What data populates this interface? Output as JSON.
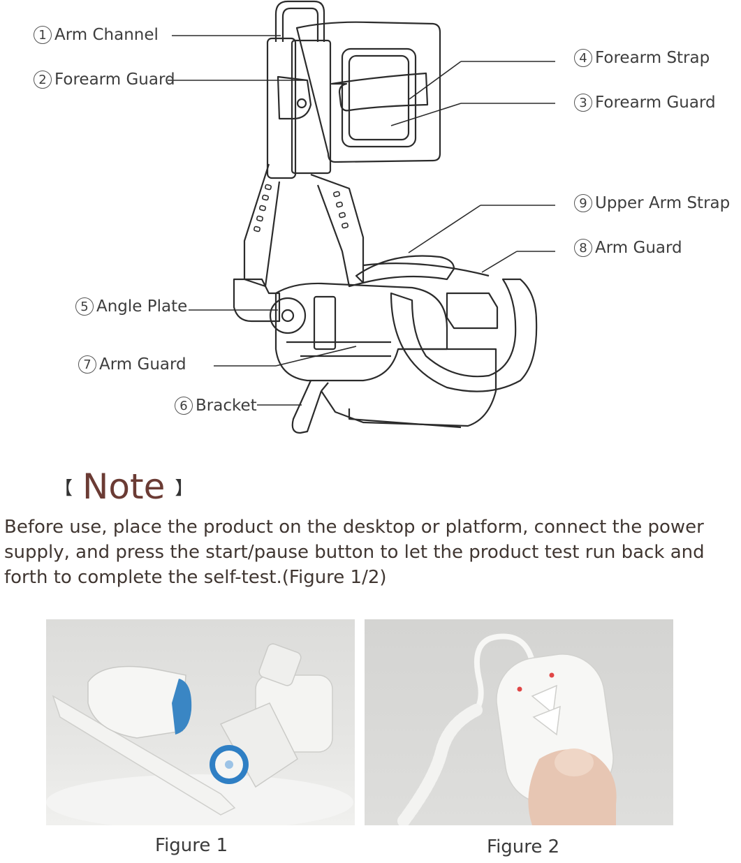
{
  "callouts": [
    {
      "num": "1",
      "label": "Arm Channel"
    },
    {
      "num": "2",
      "label": "Forearm Guard"
    },
    {
      "num": "4",
      "label": "Forearm Strap"
    },
    {
      "num": "3",
      "label": "Forearm Guard"
    },
    {
      "num": "9",
      "label": "Upper Arm Strap"
    },
    {
      "num": "8",
      "label": "Arm Guard"
    },
    {
      "num": "5",
      "label": "Angle Plate"
    },
    {
      "num": "7",
      "label": "Arm Guard"
    },
    {
      "num": "6",
      "label": "Bracket"
    }
  ],
  "note": {
    "bracket_left": "【",
    "title": "Note",
    "bracket_right": "】",
    "body": "Before use, place the product on the desktop or platform, connect the power supply, and press the start/pause button to let the product test run back and forth to complete the self-test.(Figure 1/2)"
  },
  "figures": [
    {
      "caption": "Figure 1"
    },
    {
      "caption": "Figure 2"
    }
  ]
}
